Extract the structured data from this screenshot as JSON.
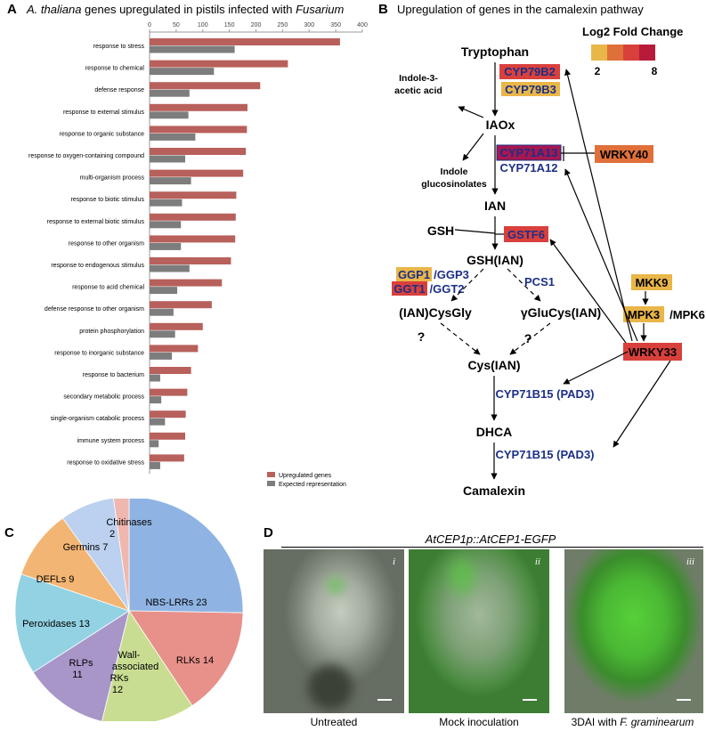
{
  "panelA": {
    "letter": "A",
    "title_italic": "A. thaliana",
    "title_mid": " genes upregulated in pistils infected with ",
    "title_italic2": "Fusarium"
  },
  "panelB": {
    "letter": "B",
    "title": "Upregulation of genes in the camalexin pathway",
    "legend_title": "Log2 Fold Change",
    "legend_min": "2",
    "legend_max": "8",
    "legend_colors": [
      "#e9b648",
      "#e0703a",
      "#d9403c",
      "#b81a3a"
    ],
    "nodes": {
      "tryptophan": "Tryptophan",
      "iaa_1": "Indole-3-",
      "iaa_2": "acetic acid",
      "iaox": "IAOx",
      "indole_gluc_1": "Indole",
      "indole_gluc_2": "glucosinolates",
      "ian": "IAN",
      "gsh": "GSH",
      "gsh_ian": "GSH(IAN)",
      "ian_cysgly": "(IAN)CysGly",
      "gglucys": "γGluCys(IAN)",
      "cys_ian": "Cys(IAN)",
      "dhca": "DHCA",
      "camalexin": "Camalexin",
      "q1": "?",
      "q2": "?"
    },
    "genes": {
      "cyp79b2": "CYP79B2",
      "cyp79b3": "CYP79B3",
      "cyp71a13": "CYP71A13",
      "cyp71a12": "CYP71A12",
      "wrky40": "WRKY40",
      "gstf6": "GSTF6",
      "ggp1": "GGP1",
      "ggp3": "/GGP3",
      "ggt1": "GGT1",
      "ggt2": "/GGT2",
      "pcs1": "PCS1",
      "mkk9": "MKK9",
      "mpk3": "MPK3",
      "mpk6": "/MPK6",
      "wrky33": "WRKY33",
      "cyp71b15_a": "CYP71B15 (PAD3)",
      "cyp71b15_b": "CYP71B15 (PAD3)"
    }
  },
  "panelC": {
    "letter": "C",
    "slices": [
      {
        "label": "NBS-LRRs 23",
        "value": 23,
        "color": "#8fb4e3"
      },
      {
        "label": "RLKs 14",
        "value": 14,
        "color": "#e8908a"
      },
      {
        "label": "Wall-associated RKs 12",
        "value": 12,
        "color": "#c8dd92"
      },
      {
        "label": "RLPs 11",
        "value": 11,
        "color": "#a896c9"
      },
      {
        "label": "Peroxidases 13",
        "value": 13,
        "color": "#92d2e3"
      },
      {
        "label": "DEFLs 9",
        "value": 9,
        "color": "#f3b573"
      },
      {
        "label": "Germins 7",
        "value": 7,
        "color": "#bcd0ef"
      },
      {
        "label": "Chitinases 2",
        "value": 2,
        "color": "#efb7ae"
      }
    ],
    "text": {
      "nbs": "NBS-LRRs 23",
      "rlks": "RLKs 14",
      "wall_1": "Wall-",
      "wall_2": "associated",
      "wall_3": "RKs",
      "wall_4": "12",
      "rlps_1": "RLPs",
      "rlps_2": "11",
      "perox": "Peroxidases 13",
      "defls": "DEFLs 9",
      "germins": "Germins 7",
      "chit_1": "Chitinases",
      "chit_2": "2"
    }
  },
  "panelD": {
    "letter": "D",
    "title": "AtCEP1p::AtCEP1-EGFP",
    "images": [
      {
        "roman": "i",
        "caption": "Untreated"
      },
      {
        "roman": "ii",
        "caption": "Mock inoculation"
      },
      {
        "roman": "iii",
        "caption_prefix": "3DAI with ",
        "caption_italic": "F. graminearum"
      }
    ]
  },
  "chart_data": {
    "type": "bar",
    "orientation": "horizontal",
    "title": "A. thaliana genes upregulated in pistils infected with Fusarium",
    "xlim": [
      0,
      400
    ],
    "xticks": [
      0,
      50,
      100,
      150,
      200,
      250,
      300,
      350,
      400
    ],
    "categories": [
      "response to stress",
      "response to chemical",
      "defense response",
      "response to external stimulus",
      "response to organic substance",
      "response to oxygen-containing compound",
      "multi-organism process",
      "response to biotic stimulus",
      "response to external biotic stimulus",
      "response to other organism",
      "response to endogenous stimulus",
      "response to acid chemical",
      "defense response to other organism",
      "protein phosphorylation",
      "response to inorganic substance",
      "response to bacterium",
      "secondary metabolic process",
      "single-organism catabolic process",
      "immune system process",
      "response to oxidative stress"
    ],
    "series": [
      {
        "name": "Upregulated genes",
        "color": "#b8605b",
        "values": [
          358,
          260,
          208,
          184,
          183,
          181,
          176,
          163,
          162,
          161,
          153,
          136,
          117,
          100,
          91,
          78,
          71,
          68,
          67,
          65
        ]
      },
      {
        "name": "Expected representation",
        "color": "#7d7d7d",
        "values": [
          160,
          121,
          75,
          73,
          86,
          67,
          78,
          61,
          59,
          59,
          75,
          52,
          45,
          48,
          42,
          20,
          22,
          29,
          17,
          20
        ]
      }
    ],
    "legend": "bottom-right"
  }
}
